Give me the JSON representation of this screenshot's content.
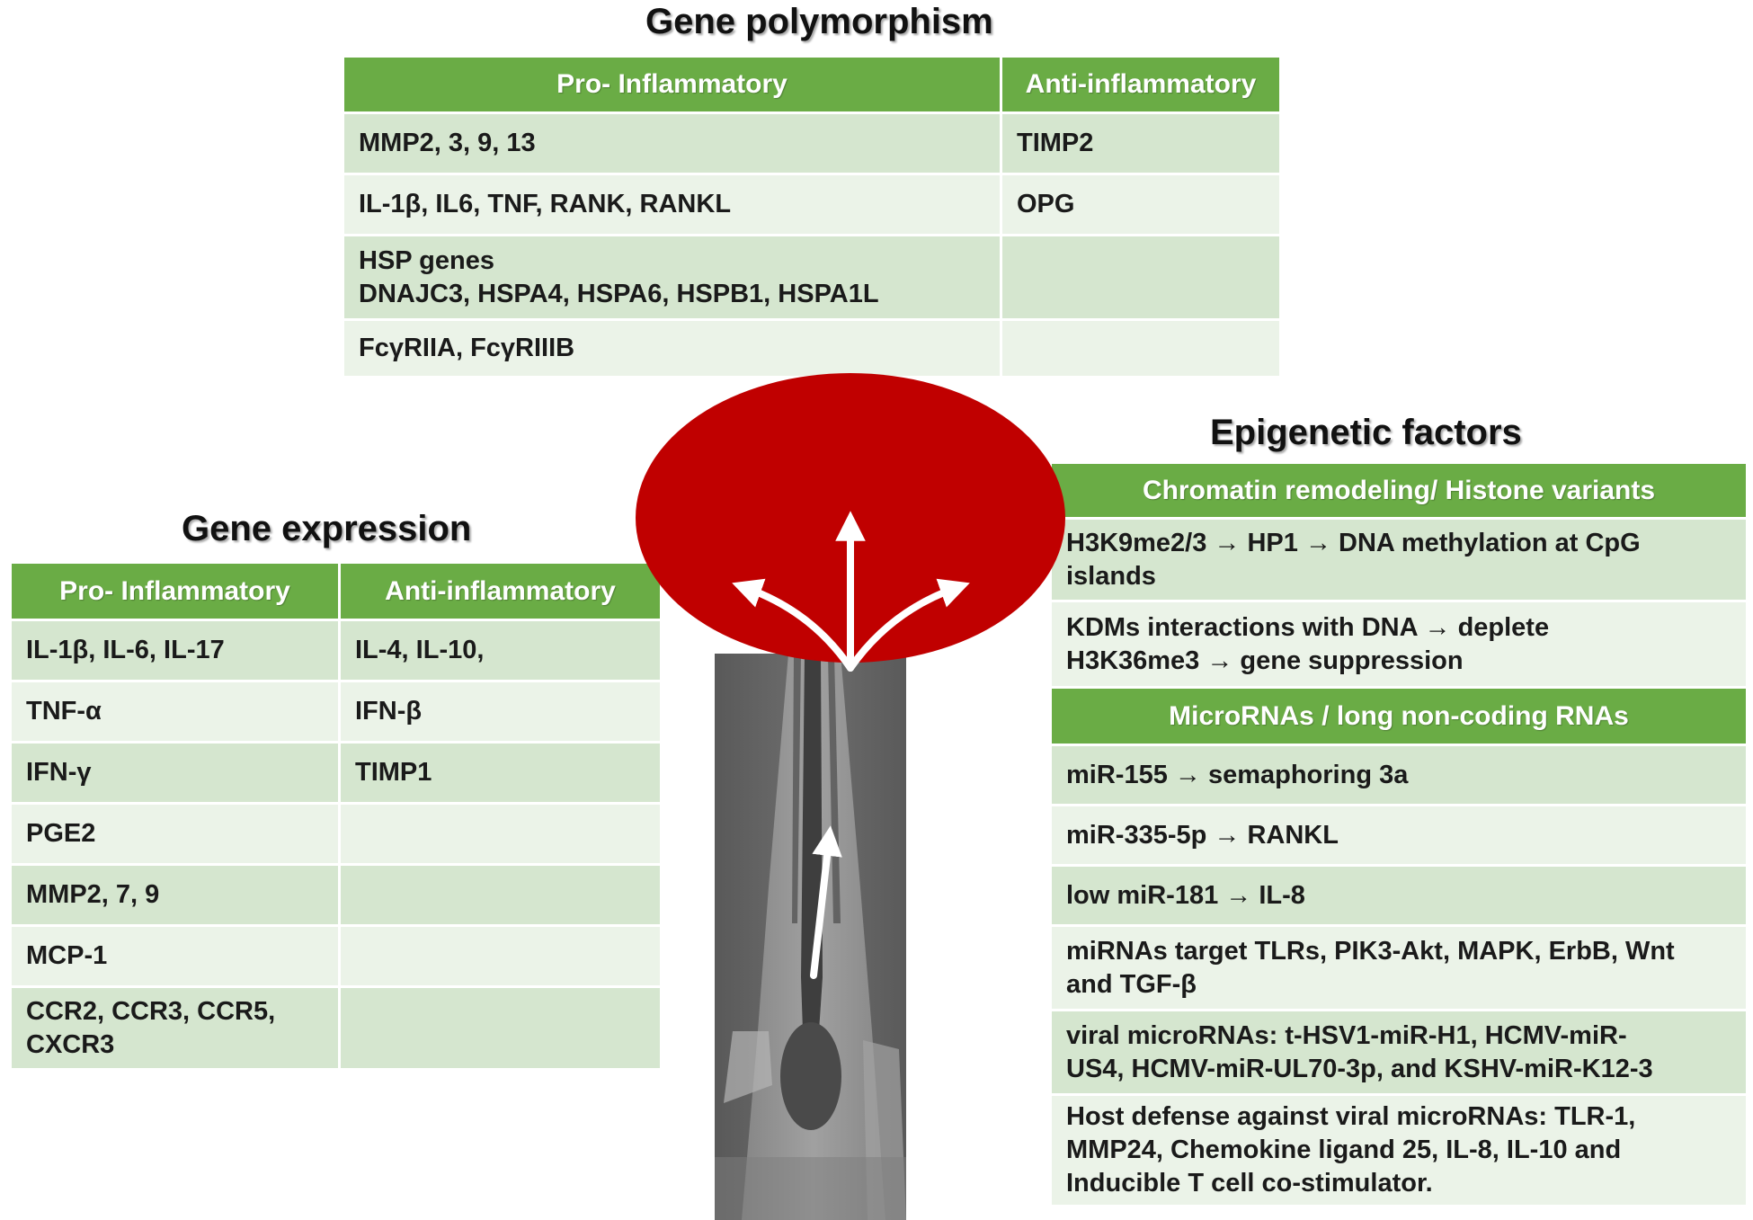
{
  "gene_polymorphism": {
    "title": "Gene polymorphism",
    "headers": [
      "Pro- Inflammatory",
      "Anti-inflammatory"
    ],
    "rows": [
      {
        "pro": [
          "MMP2, 3, 9, 13"
        ],
        "anti": "TIMP2"
      },
      {
        "pro": [
          "IL-1β, IL6, TNF, RANK, RANKL"
        ],
        "anti": "OPG"
      },
      {
        "pro": [
          "HSP genes",
          "DNAJC3, HSPA4, HSPA6, HSPB1, HSPA1L"
        ],
        "anti": ""
      },
      {
        "pro": [
          "FcγRIIA, FcγRIIIB"
        ],
        "anti": ""
      }
    ]
  },
  "gene_expression": {
    "title": "Gene expression",
    "headers": [
      "Pro- Inflammatory",
      "Anti-inflammatory"
    ],
    "rows": [
      {
        "pro": [
          "IL-1β, IL-6, IL-17"
        ],
        "anti": "IL-4, IL-10,"
      },
      {
        "pro": [
          "TNF-α"
        ],
        "anti": "IFN-β"
      },
      {
        "pro": [
          "IFN-γ"
        ],
        "anti": "TIMP1"
      },
      {
        "pro": [
          "PGE2"
        ],
        "anti": ""
      },
      {
        "pro": [
          "MMP2, 7, 9"
        ],
        "anti": ""
      },
      {
        "pro": [
          "MCP-1"
        ],
        "anti": ""
      },
      {
        "pro": [
          "CCR2, CCR3, CCR5,",
          "CXCR3"
        ],
        "anti": ""
      }
    ]
  },
  "epigenetic_factors": {
    "title": "Epigenetic factors",
    "sections": [
      {
        "header": "Chromatin remodeling/ Histone variants",
        "rows": [
          [
            "H3K9me2/3 → HP1 → DNA methylation at CpG",
            "islands"
          ],
          [
            "KDMs interactions with DNA → deplete",
            "H3K36me3 → gene suppression"
          ]
        ]
      },
      {
        "header": "MicroRNAs / long non-coding RNAs",
        "rows": [
          [
            "miR-155 → semaphoring 3a"
          ],
          [
            "miR-335-5p → RANKL"
          ],
          [
            "low miR-181 → IL-8"
          ],
          [
            "miRNAs target TLRs, PIK3-Akt, MAPK, ErbB, Wnt",
            "and TGF-β"
          ],
          [
            "viral microRNAs: t-HSV1-miR-H1, HCMV-miR-",
            "US4, HCMV-miR-UL70-3p, and KSHV-miR-K12-3"
          ],
          [
            "Host defense against viral microRNAs: TLR-1,",
            "MMP24, Chemokine ligand 25, IL-8, IL-10 and",
            "Inducible T cell co-stimulator."
          ]
        ]
      }
    ]
  },
  "colors": {
    "header_green": "#6aac45",
    "row_dark": "#d5e6cf",
    "row_light": "#ebf3e8",
    "lesion_red": "#c00000",
    "arrow": "#ffffff"
  }
}
